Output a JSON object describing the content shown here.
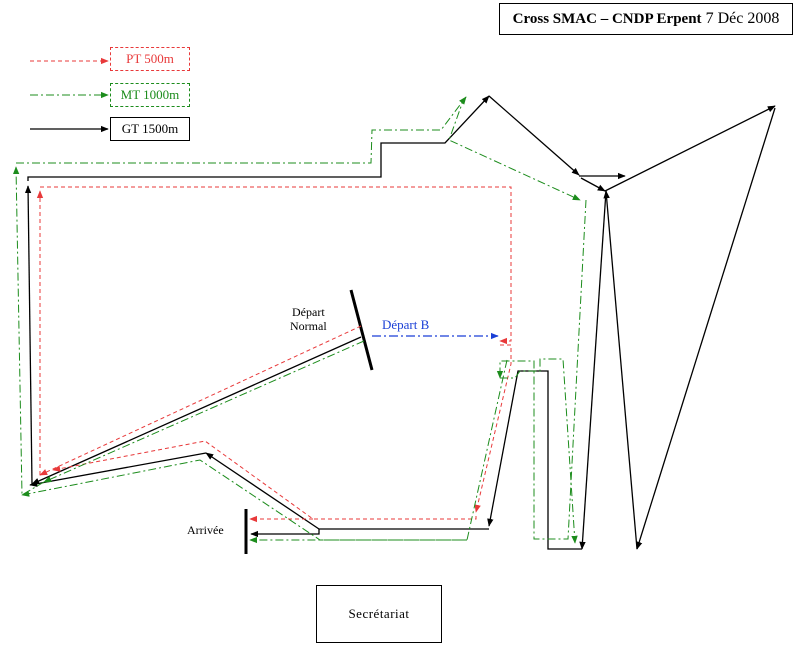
{
  "header": {
    "title": "Cross SMAC – CNDP Erpent",
    "date": "7 Déc 2008"
  },
  "legend": {
    "pt": {
      "label": "PT 500m",
      "color": "#e8393a"
    },
    "mt": {
      "label": "MT 1000m",
      "color": "#1c8c1c"
    },
    "gt": {
      "label": "GT 1500m",
      "color": "#000000"
    }
  },
  "labels": {
    "depart_normal_line1": "Départ",
    "depart_normal_line2": "Normal",
    "depart_b": "Départ B",
    "arrivee": "Arrivée",
    "secretariat": "Secrétariat"
  },
  "colors": {
    "depart_b": "#1a3fd6"
  }
}
